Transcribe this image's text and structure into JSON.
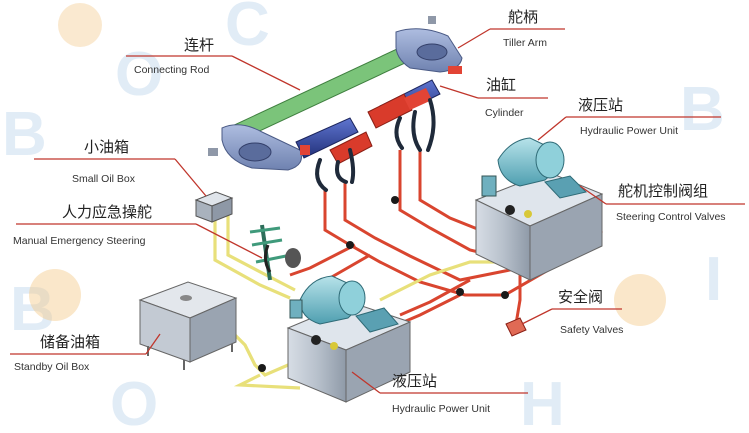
{
  "watermark": [
    "B",
    "O",
    "C",
    "H",
    "I"
  ],
  "labels": {
    "tiller_arm": {
      "cn": "舵柄",
      "en": "Tiller Arm"
    },
    "connecting_rod": {
      "cn": "连杆",
      "en": "Connecting Rod"
    },
    "cylinder": {
      "cn": "油缸",
      "en": "Cylinder"
    },
    "hpu_top": {
      "cn": "液压站",
      "en": "Hydraulic Power Unit"
    },
    "small_oil_box": {
      "cn": "小油箱",
      "en": "Small Oil Box"
    },
    "steering_valves": {
      "cn": "舵机控制阀组",
      "en": "Steering Control Valves"
    },
    "manual_steering": {
      "cn": "人力应急操舵",
      "en": "Manual Emergency Steering"
    },
    "safety_valves": {
      "cn": "安全阀",
      "en": "Safety Valves"
    },
    "standby_oil_box": {
      "cn": "储备油箱",
      "en": "Standby Oil Box"
    },
    "hpu_bottom": {
      "cn": "液压站",
      "en": "Hydraulic Power Unit"
    }
  },
  "colors": {
    "leader": "#c0362c",
    "pressure_pipe": "#d9452f",
    "return_pipe": "#e8e07a",
    "rod": "#7bc47a",
    "tiller": "#8ea2c8",
    "cylinder_body": "#3a4fa8",
    "cylinder_mount": "#d93b2b",
    "tank": "#b9c1cc",
    "motor": "#7fc3cf"
  }
}
